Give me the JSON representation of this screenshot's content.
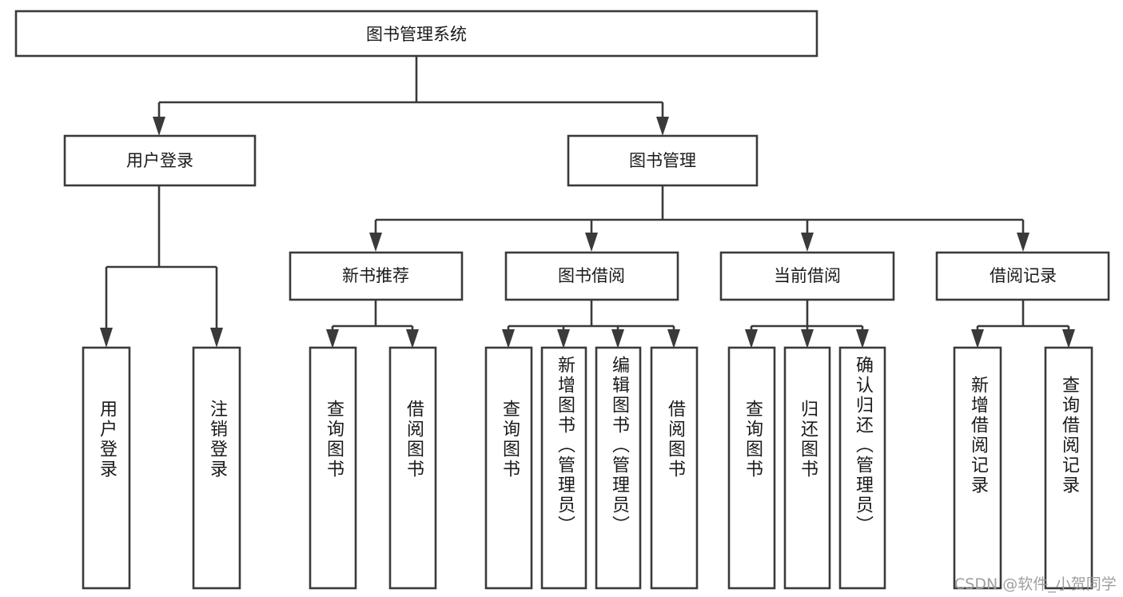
{
  "diagram": {
    "title": "图书管理系统",
    "type": "hierarchy-tree",
    "root": {
      "id": "root",
      "label": "图书管理系统",
      "orientation": "horizontal"
    },
    "level2": [
      {
        "id": "user-login",
        "label": "用户登录",
        "orientation": "horizontal"
      },
      {
        "id": "book-manage",
        "label": "图书管理",
        "orientation": "horizontal"
      }
    ],
    "level3": [
      {
        "id": "new-book-rec",
        "label": "新书推荐",
        "orientation": "horizontal",
        "parent": "book-manage"
      },
      {
        "id": "book-borrow",
        "label": "图书借阅",
        "orientation": "horizontal",
        "parent": "book-manage"
      },
      {
        "id": "current-borrow",
        "label": "当前借阅",
        "orientation": "horizontal",
        "parent": "book-manage"
      },
      {
        "id": "borrow-record",
        "label": "借阅记录",
        "orientation": "horizontal",
        "parent": "book-manage"
      }
    ],
    "leaves": [
      {
        "id": "leaf-user-login",
        "label": "用户登录",
        "parent": "user-login",
        "align": "center"
      },
      {
        "id": "leaf-user-logout",
        "label": "注销登录",
        "parent": "user-login",
        "align": "center"
      },
      {
        "id": "leaf-query-book-1",
        "label": "查询图书",
        "parent": "new-book-rec",
        "align": "center"
      },
      {
        "id": "leaf-borrow-book-1",
        "label": "借阅图书",
        "parent": "new-book-rec",
        "align": "center"
      },
      {
        "id": "leaf-query-book-2",
        "label": "查询图书",
        "parent": "book-borrow",
        "align": "center"
      },
      {
        "id": "leaf-add-book",
        "label": "新增图书（管理员）",
        "parent": "book-borrow",
        "align": "top"
      },
      {
        "id": "leaf-edit-book",
        "label": "编辑图书（管理员）",
        "parent": "book-borrow",
        "align": "top"
      },
      {
        "id": "leaf-borrow-book-2",
        "label": "借阅图书",
        "parent": "book-borrow",
        "align": "center"
      },
      {
        "id": "leaf-query-book-3",
        "label": "查询图书",
        "parent": "current-borrow",
        "align": "center"
      },
      {
        "id": "leaf-return-book",
        "label": "归还图书",
        "parent": "current-borrow",
        "align": "center"
      },
      {
        "id": "leaf-confirm-return",
        "label": "确认归还（管理员）",
        "parent": "current-borrow",
        "align": "top"
      },
      {
        "id": "leaf-add-record",
        "label": "新增借阅记录",
        "parent": "borrow-record",
        "align": "center"
      },
      {
        "id": "leaf-query-record",
        "label": "查询借阅记录",
        "parent": "borrow-record",
        "align": "center"
      }
    ]
  },
  "watermark": {
    "text": "CSDN @软件_小贺同学"
  },
  "colors": {
    "stroke": "#3a3a3a",
    "box_fill": "#ffffff",
    "text": "#1a1a1a",
    "watermark": "#9a9a9a",
    "background": "#ffffff"
  }
}
